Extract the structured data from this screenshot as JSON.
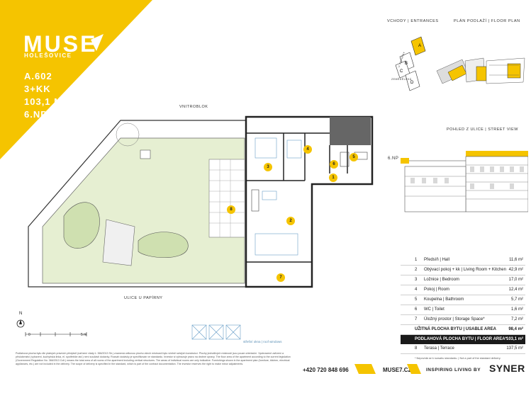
{
  "brand": {
    "name": "MUSE",
    "district": "HOLEŠOVICE",
    "accent": "#f5c400"
  },
  "apartment": {
    "code": "A.602",
    "layout": "3+KK",
    "area": "103,1 M²",
    "floor": "6.NP"
  },
  "header": {
    "entrances": "VCHODY | ENTRANCES",
    "floor_plan": "PLÁN PODLAŽÍ | FLOOR PLAN"
  },
  "street_view": {
    "label": "POHLED Z ULICE | STREET VIEW",
    "floor_marker": "6.NP"
  },
  "keyplan": {
    "street1": "U PAPÍRNY",
    "street2": "ZEMĚDĚLSKÁ",
    "entrances": [
      "A",
      "B",
      "C",
      "D"
    ]
  },
  "plan": {
    "top_label": "VNITROBLOK",
    "bottom_label": "ULICE U PAPÍRNY",
    "scale_zero": "0",
    "scale_end": "5 m",
    "north": "N",
    "roof_windows": "střešní okna | roof windows",
    "rooms": [
      "1",
      "2",
      "3",
      "4",
      "5",
      "6",
      "7",
      "8"
    ]
  },
  "legend": {
    "rows": [
      {
        "n": "1",
        "label": "Předsíň | Hall",
        "value": "11,6 m²"
      },
      {
        "n": "2",
        "label": "Obývací pokoj + kk | Living Room + Kitchen",
        "value": "42,9 m²"
      },
      {
        "n": "3",
        "label": "Ložnice | Bedroom",
        "value": "17,0 m²"
      },
      {
        "n": "4",
        "label": "Pokoj | Room",
        "value": "12,4 m²"
      },
      {
        "n": "5",
        "label": "Koupelna | Bathroom",
        "value": "5,7 m²"
      },
      {
        "n": "6",
        "label": "WC | Toilet",
        "value": "1,6 m²"
      },
      {
        "n": "7",
        "label": "Úložný prostor | Storage Space*",
        "value": "7,2 m²"
      }
    ],
    "usable": {
      "label": "UŽITNÁ PLOCHA BYTU | USABLE AREA",
      "value": "98,4 m²"
    },
    "floor_area": {
      "label": "PODLAHOVÁ PLOCHA BYTU | FLOOR AREA*",
      "value": "103,1 m²"
    },
    "terrace": {
      "n": "8",
      "label": "Terasa | Terrace",
      "value": "137,5 m²"
    },
    "note": "* Nepovídá se k rozsahu standardu. | Not a part of the standard delivery."
  },
  "footer": {
    "disclaimer": "Podlahová plocha bytu dle platných právních předpisů (nařízení vlády č. 366/2013 Sb.) znamená celkovou plochu všech místností bytu včetně svislých konstrukcí. Plochy jednotlivých místností jsou pouze orientační. Vyobrazené zařízení a příslušenství (vybavení, kuchyňská linka, el. spotřebiče atd.) není součástí dodávky. Rozsah dodávky je specifikován ve standardu. Investor si vyhrazuje právo na drobné úpravy. The floor area of the apartment according to the current legislation (Government Regulation No. 366/2013 Coll.) means the total area of all rooms of the apartment including vertical structures. The areas of individual rooms are only indicative. Furnishings shown in the apartment plan (furniture, kitchen, electrical appliances, etc.) are not included in the delivery. The scope of delivery is specified in the standard, which is part of the contract documentation. The investor reserves the right to make minor adjustments.",
    "phone": "+420 720 848 696",
    "web": "MUSE7.CZ",
    "tagline": "INSPIRING LIVING BY",
    "developer": "SYNER"
  }
}
